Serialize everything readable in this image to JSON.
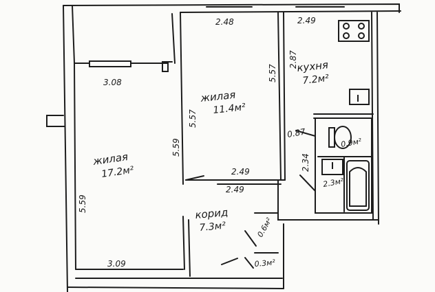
{
  "rooms": [
    {
      "name": "жилая",
      "area": "17.2м²"
    },
    {
      "name": "жилая",
      "area": "11.4м²"
    },
    {
      "name": "кухня",
      "area": "7.2м²"
    },
    {
      "name": "корид",
      "area": "7.3м²"
    }
  ],
  "small_areas": {
    "wc": "0.9м²",
    "bath": "2.3м²",
    "closet": "0.6м²",
    "closet2": "0.3м²"
  },
  "dims": {
    "d_248": "2.48",
    "d_249_top": "2.49",
    "d_308": "3.08",
    "d_557_left": "5.57",
    "d_557_right": "5.57",
    "d_559_mid": "5.59",
    "d_559_left": "5.59",
    "d_249_a": "2.49",
    "d_249_b": "2.49",
    "d_309": "3.09",
    "d_287": "2.87",
    "d_087": "0.87",
    "d_234": "2.34"
  }
}
